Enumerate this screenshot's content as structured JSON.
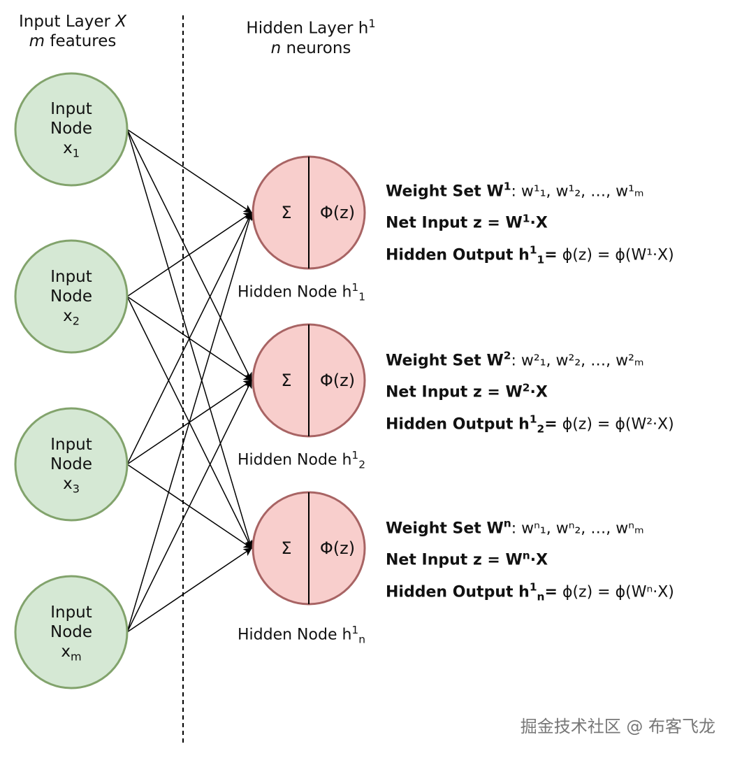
{
  "header": {
    "input_layer_title": "Input Layer",
    "input_layer_var": "X",
    "input_m": "m",
    "input_features": "features",
    "hidden_layer_title": "Hidden Layer h",
    "hidden_layer_sup": "1",
    "hidden_n": "n",
    "hidden_neurons": "neurons"
  },
  "input_nodes": [
    {
      "line1": "Input",
      "line2": "Node",
      "var": "x",
      "sub": "1"
    },
    {
      "line1": "Input",
      "line2": "Node",
      "var": "x",
      "sub": "2"
    },
    {
      "line1": "Input",
      "line2": "Node",
      "var": "x",
      "sub": "3"
    },
    {
      "line1": "Input",
      "line2": "Node",
      "var": "x",
      "sub": "m"
    }
  ],
  "hidden_nodes": [
    {
      "sum": "Σ",
      "act": "Φ(z)",
      "label": "Hidden Node h",
      "sup": "1",
      "sub": "1"
    },
    {
      "sum": "Σ",
      "act": "Φ(z)",
      "label": "Hidden Node h",
      "sup": "1",
      "sub": "2"
    },
    {
      "sum": "Σ",
      "act": "Φ(z)",
      "label": "Hidden Node h",
      "sup": "1",
      "sub": "n"
    }
  ],
  "info": [
    {
      "ws_label": "Weight Set W",
      "ws_sup": "1",
      "ws_colon": ":",
      "ws_values": "w¹₁, w¹₂, …, w¹ₘ",
      "ni_label": "Net Input z = W",
      "ni_sup": "1",
      "ni_tail": "·X",
      "ho_label": "Hidden Output h",
      "ho_sup": "1",
      "ho_sub": "1",
      "ho_eq": "=",
      "ho_expr": "ϕ(z) = ϕ(W¹·X)"
    },
    {
      "ws_label": "Weight Set W",
      "ws_sup": "2",
      "ws_colon": ":",
      "ws_values": "w²₁, w²₂, …, w²ₘ",
      "ni_label": "Net Input z = W",
      "ni_sup": "2",
      "ni_tail": "·X",
      "ho_label": "Hidden Output h",
      "ho_sup": "1",
      "ho_sub": "2",
      "ho_eq": "=",
      "ho_expr": "ϕ(z) = ϕ(W²·X)"
    },
    {
      "ws_label": "Weight Set W",
      "ws_sup": "n",
      "ws_colon": ":",
      "ws_values": "wⁿ₁, wⁿ₂, …, wⁿₘ",
      "ni_label": "Net Input z = W",
      "ni_sup": "n",
      "ni_tail": "·X",
      "ho_label": "Hidden Output h",
      "ho_sup": "1",
      "ho_sub": "n",
      "ho_eq": "=",
      "ho_expr": "ϕ(z) = ϕ(Wⁿ·X)"
    }
  ],
  "watermark": "掘金技术社区 @ 布客飞龙",
  "colors": {
    "input_fill": "#d5e8d4",
    "input_stroke": "#82a36c",
    "hidden_fill": "#f8cecc",
    "hidden_stroke": "#a86464"
  }
}
